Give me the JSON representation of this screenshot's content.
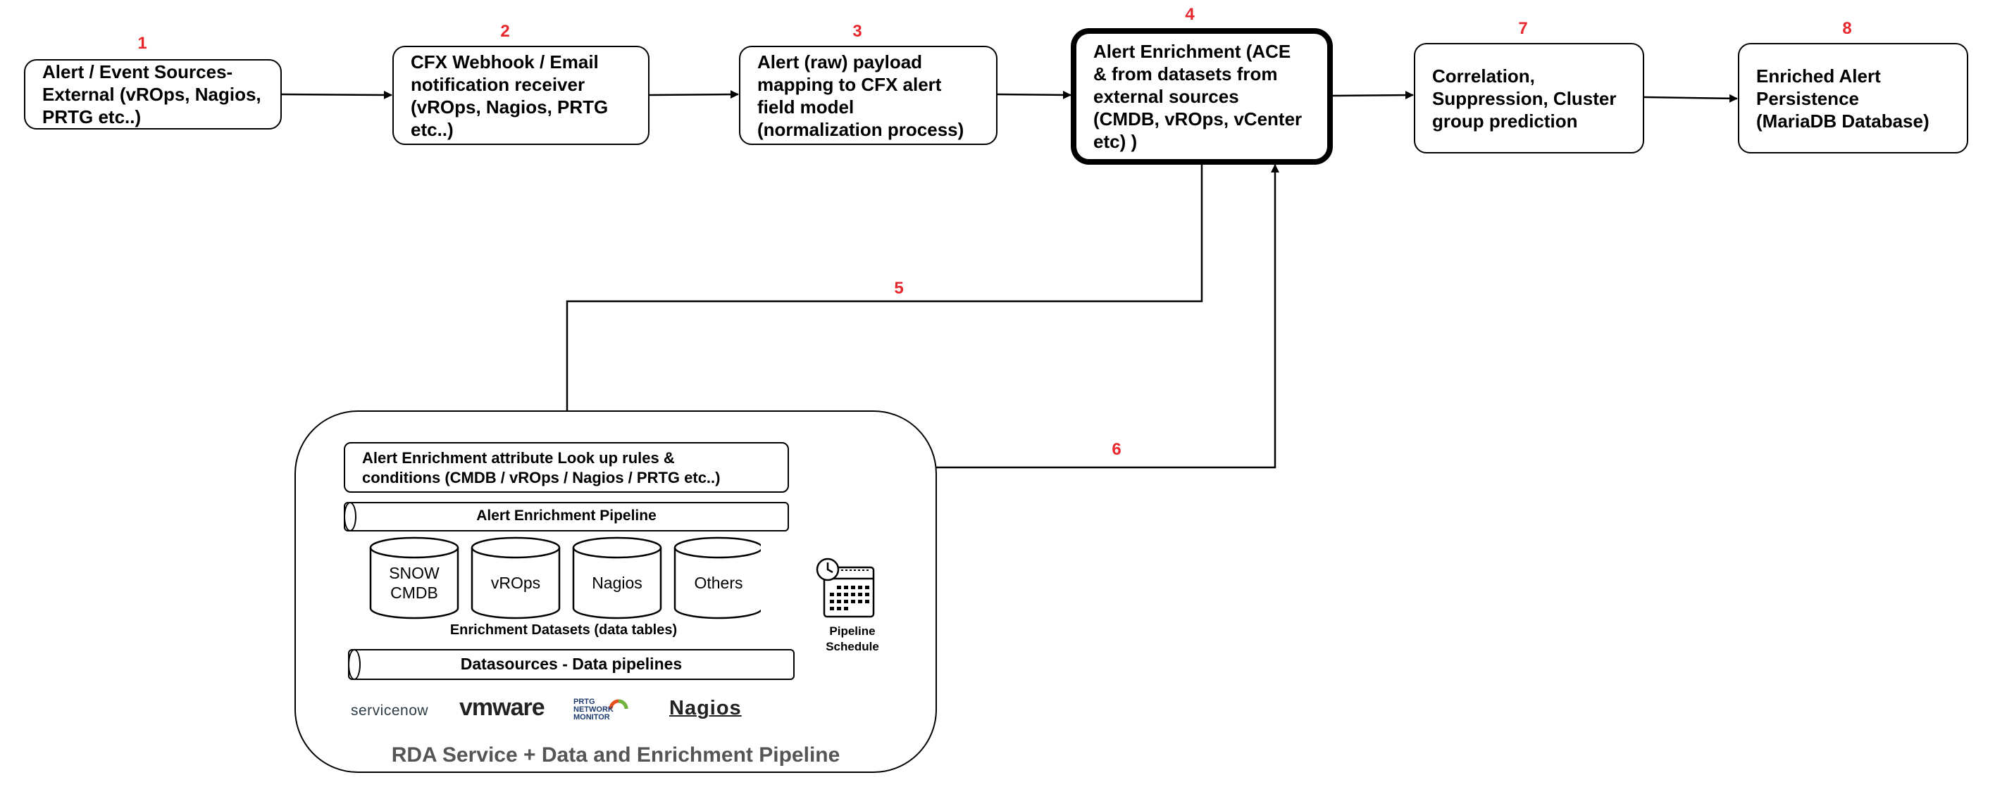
{
  "steps": [
    {
      "number": "1",
      "label": "Alert / Event Sources-\nExternal (vROps, Nagios,\nPRTG etc..)"
    },
    {
      "number": "2",
      "label": "CFX Webhook / Email\nnotification receiver\n(vROps, Nagios, PRTG\netc..)"
    },
    {
      "number": "3",
      "label": "Alert (raw) payload\nmapping to CFX alert\nfield model\n(normalization process)"
    },
    {
      "number": "4",
      "label": "Alert Enrichment (ACE\n& from datasets from\nexternal sources\n(CMDB, vROps, vCenter\netc) )"
    },
    {
      "number": "7",
      "label": "Correlation,\nSuppression, Cluster\ngroup prediction"
    },
    {
      "number": "8",
      "label": "Enriched Alert\nPersistence\n(MariaDB Database)"
    }
  ],
  "connectors": {
    "five": "5",
    "six": "6"
  },
  "panel": {
    "title": "RDA Service + Data and Enrichment Pipeline",
    "rules": "Alert Enrichment attribute Look up rules &\nconditions (CMDB / vROps / Nagios / PRTG etc..)",
    "enrichment_pipeline": "Alert Enrichment Pipeline",
    "datasets": [
      "SNOW\nCMDB",
      "vROps",
      "Nagios",
      "Others"
    ],
    "datasets_caption": "Enrichment Datasets (data tables)",
    "datasources_pipeline": "Datasources - Data pipelines",
    "schedule_caption": "Pipeline\nSchedule",
    "logos": {
      "servicenow": "servicenow",
      "vmware": "vmware",
      "prtg": "PRTG\nNETWORK\nMONITOR",
      "nagios": "Nagios"
    }
  },
  "colors": {
    "step_number": "#e8262b",
    "panel_title": "#555555",
    "servicenow_accent": "#62d84e"
  }
}
